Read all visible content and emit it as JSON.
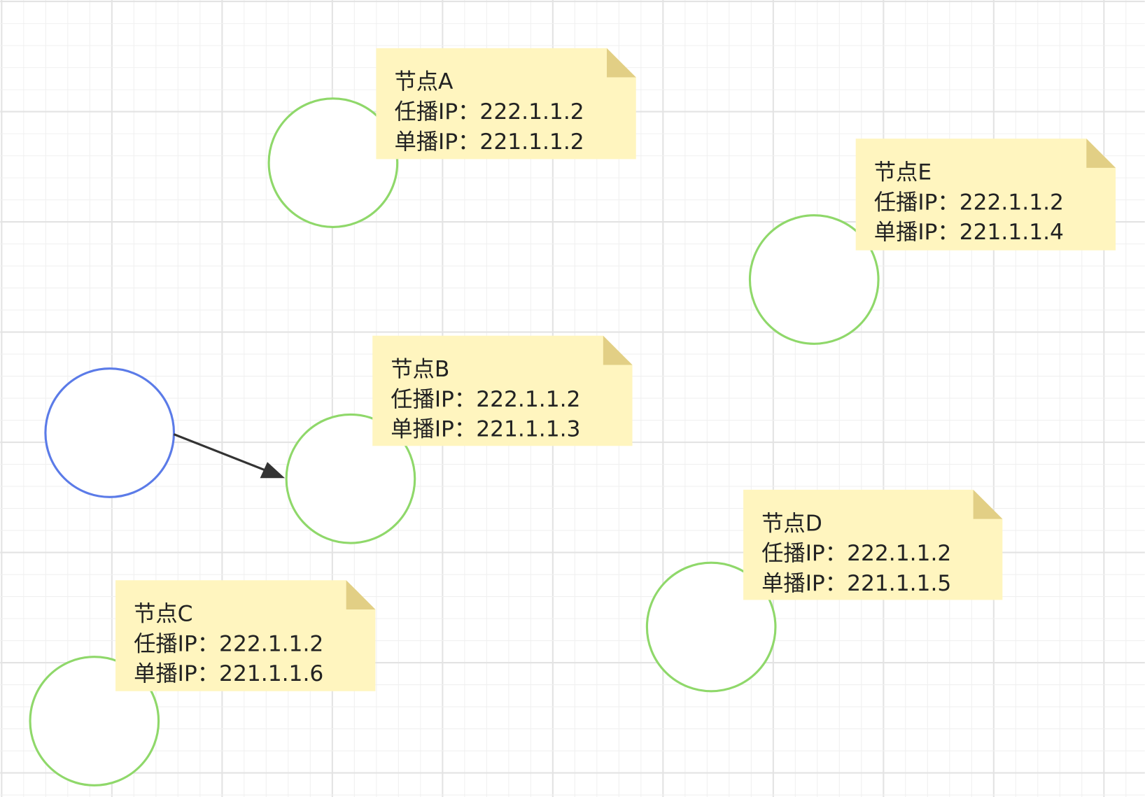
{
  "colors": {
    "grid_minor": "#f0f0f0",
    "grid_major": "#e3e3e3",
    "node_stroke": "#8fd86a",
    "client_stroke": "#5b7be8",
    "note_fill": "#fff5bf",
    "note_fold": "#e2cf85",
    "arrow": "#333333"
  },
  "notes": [
    {
      "id": "A",
      "title": "节点A",
      "anycast": "任播IP：222.1.1.2",
      "unicast": "单播IP：221.1.1.2"
    },
    {
      "id": "E",
      "title": "节点E",
      "anycast": "任播IP：222.1.1.2",
      "unicast": "单播IP：221.1.1.4"
    },
    {
      "id": "B",
      "title": "节点B",
      "anycast": "任播IP：222.1.1.2",
      "unicast": "单播IP：221.1.1.3"
    },
    {
      "id": "D",
      "title": "节点D",
      "anycast": "任播IP：222.1.1.2",
      "unicast": "单播IP：221.1.1.5"
    },
    {
      "id": "C",
      "title": "节点C",
      "anycast": "任播IP：222.1.1.2",
      "unicast": "单播IP：221.1.1.6"
    }
  ]
}
